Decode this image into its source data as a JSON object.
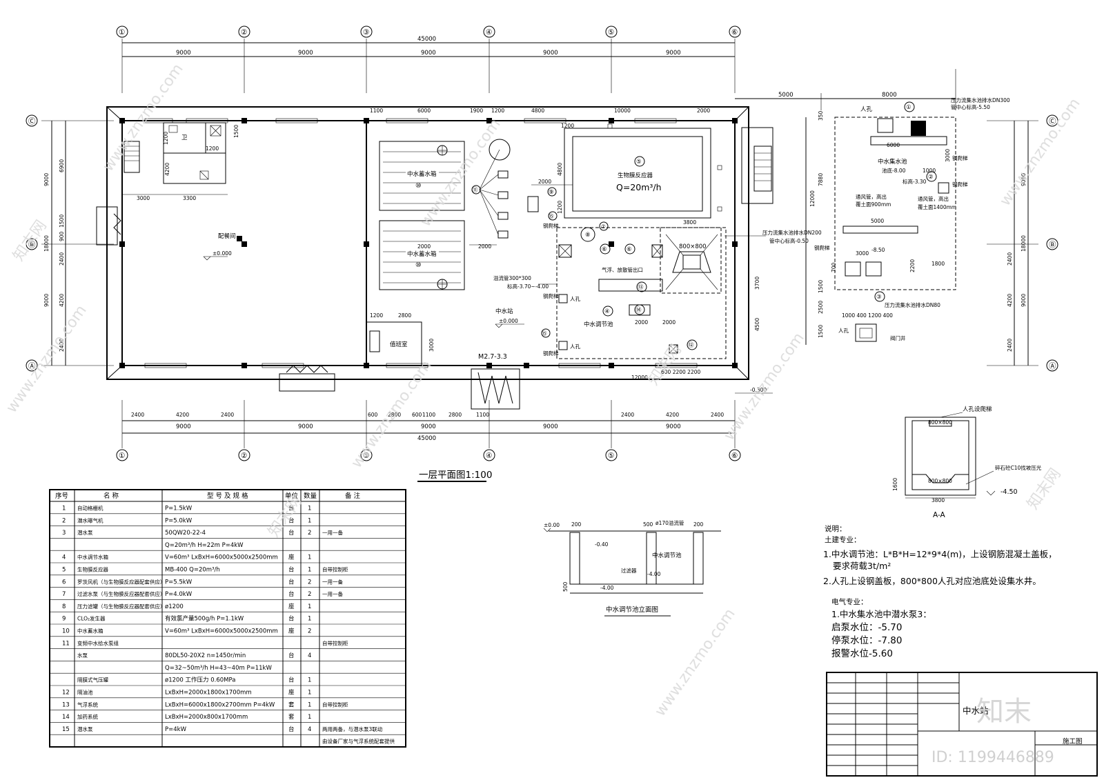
{
  "plan": {
    "grid_x": [
      "①",
      "②",
      "③",
      "④",
      "⑤",
      "⑥"
    ],
    "grid_y": [
      "Ⓒ",
      "Ⓑ",
      "Ⓐ"
    ],
    "total_width": "45000",
    "bay": "9000",
    "right_dim_5000": "5000",
    "right_dim_8000": "8000",
    "left_dims": [
      "9000",
      "6900",
      "1500",
      "1500",
      "900",
      "2400",
      "4200",
      "2400",
      "9000",
      "18000"
    ],
    "right_dims": [
      "9000",
      "18000",
      "2400",
      "4200",
      "9000",
      "2400"
    ],
    "top_inner_dims": [
      "1100",
      "6000",
      "1900",
      "1200",
      "4800",
      "10000",
      "2000"
    ],
    "bottom_inner_dims": [
      "2400",
      "4200",
      "2400",
      "600",
      "2800",
      "600",
      "1100",
      "2800",
      "1100",
      "2400",
      "4200",
      "2400"
    ],
    "room_distribution": "配餐间",
    "room_station": "中水站",
    "room_duty": "值班室",
    "room_wc": "卫",
    "level_0": "±0.000",
    "level_0b": "±0.000",
    "door_label": "M2.7-3.3",
    "level_outside": "-0.300",
    "tank1": "中水蓄水箱",
    "tank1_no": "⑩",
    "tank2": "中水蓄水箱",
    "tank2_no": "⑩",
    "mbr_title": "生物膜反应器",
    "mbr_no": "⑤",
    "mbr_flow": "Q=20m³/h",
    "pool_title": "中水调节池",
    "pool_no": "④",
    "n11": "⑪",
    "n9": "⑨",
    "n7": "⑦",
    "n6": "⑥",
    "n6b": "⑥",
    "n8": "⑧",
    "n13": "⑬",
    "n14": "⑭",
    "n12": "⑫",
    "n15a": "⑮",
    "n15b": "⑮",
    "ladder1": "钢爬梯",
    "ladder2": "钢爬梯",
    "ladder3": "钢爬梯",
    "manhole1": "人孔",
    "manhole2": "人孔",
    "pool_box": "800×800",
    "overflow": "溢流管300*300",
    "overflow_level": "标高-3.70~-4.00",
    "aeration": "气浮、放散管出口",
    "dn200": "压力流集水池排水DN200",
    "dn200_level": "管中心标高-0.50",
    "dim_2000a": "2000",
    "dim_2000b": "2000",
    "dim_3800": "3800",
    "dim_3700": "3700",
    "dim_4500": "4500",
    "dim_12000": "12000",
    "dim_600_2200": "600 2200 2200",
    "dim_2800": "2800",
    "dim_1200b": "1200",
    "dim_3000": "3000",
    "dim_3300": "3300",
    "dim_3000b": "3000",
    "title": "一层平面图1:100"
  },
  "sump": {
    "title": "中水集水池",
    "bottom": "池底-8.00",
    "pump_level": "标高-3.30",
    "manhole": "人孔",
    "vent1": "通风管，高出",
    "vent1b": "覆土面900mm",
    "vent2": "通风管，高出",
    "vent2b": "覆土面1400mm",
    "dn300": "压力流集水池排水DN300",
    "dn300_level": "管中心标高-5.50",
    "dn80": "压力流集水池排水DN80",
    "level_850": "-8.50",
    "valve_well": "阀门井",
    "ladder_a": "钢爬梯",
    "ladder_b": "钢爬梯",
    "ladder_c": "钢爬梯",
    "dims_v": [
      "350",
      "7880",
      "12000",
      "1500",
      "2500",
      "1500",
      "700"
    ],
    "dims_h": [
      "6000",
      "5000",
      "3000",
      "1800",
      "1000 400 1200 400"
    ],
    "dim_3000": "3000",
    "dim_1000": "1000",
    "dim_2200": "2200",
    "dim_1800": "1800",
    "n1": "①",
    "n2": "②",
    "n3": "③"
  },
  "section_aa": {
    "top_label": "人孔设爬梯",
    "box_top": "800×800",
    "box_bot": "800×800",
    "fill_label": "碎石砼C10找坡压光",
    "level": "-4.50",
    "h": "1600",
    "w": "3800",
    "title": "A-A"
  },
  "elevation": {
    "title": "中水调节池立面图",
    "level0": "±0.00",
    "l1": "-0.40",
    "l2": "-4.00",
    "l3": "-4.00",
    "pipe": "ø170溢流管",
    "pool": "中水调节池",
    "filter": "过滤器",
    "dims": [
      "200",
      "500",
      "200",
      "500"
    ]
  },
  "notes": {
    "heading": "说明：",
    "civil": "土建专业：",
    "c1": "1.中水调节池：L*B*H=12*9*4(m)，上设钢筋混凝土盖板，",
    "c1b": "要求荷载3t/m²",
    "c2": "2.人孔上设钢盖板，800*800人孔对应池底处设集水井。",
    "elec": "电气专业：",
    "e1": "1.中水集水池中潜水泵3：",
    "e2": "启泵水位：-5.70",
    "e3": "停泵水位：-7.80",
    "e4": "报警水位-5.60"
  },
  "table": {
    "headers": [
      "序号",
      "名    称",
      "型 号 及 规 格",
      "单位",
      "数量",
      "备    注"
    ],
    "rows": [
      [
        "1",
        "自动格栅机",
        "P=1.5kW",
        "台",
        "1",
        ""
      ],
      [
        "2",
        "潜水曝气机",
        "P=5.0kW",
        "台",
        "1",
        ""
      ],
      [
        "3",
        "潜水泵",
        "50QW20-22-4",
        "台",
        "2",
        "一用一备"
      ],
      [
        "",
        "",
        "Q=20m³/h  H=22m  P=4kW",
        "",
        "",
        ""
      ],
      [
        "4",
        "中水调节水箱",
        "V=60m³  LxBxH=6000x5000x2500mm",
        "座",
        "1",
        ""
      ],
      [
        "5",
        "生物膜反应器",
        "MB-400   Q=20m³/h",
        "台",
        "1",
        "自带控制柜"
      ],
      [
        "6",
        "罗茨风机（与生物膜反应器配套供应）",
        "P=5.5kW",
        "台",
        "2",
        "一用一备"
      ],
      [
        "7",
        "过滤水泵（与生物膜反应器配套供应）",
        "P=4.0kW",
        "台",
        "2",
        "一用一备"
      ],
      [
        "8",
        "压力滤罐（与生物膜反应器配套供应）",
        "ø1200",
        "座",
        "1",
        ""
      ],
      [
        "9",
        "CLO₂发生器",
        "有效氯产量500g/h   P=1.1kW",
        "台",
        "1",
        ""
      ],
      [
        "10",
        "中水蓄水箱",
        "V=60m³   LxBxH=6000x5000x2500mm",
        "座",
        "2",
        ""
      ],
      [
        "11",
        "变频中水给水泵组",
        "",
        "",
        "",
        "自带控制柜"
      ],
      [
        "",
        "水泵",
        "80DL50-20X2     n=1450r/min",
        "台",
        "4",
        ""
      ],
      [
        "",
        "",
        "Q=32~50m³/h  H=43~40m  P=11kW",
        "",
        "",
        ""
      ],
      [
        "",
        "隔膜式气压罐",
        "ø1200    工作压力 0.60MPa",
        "台",
        "1",
        ""
      ],
      [
        "12",
        "隔油池",
        "LxBxH=2000x1800x1700mm",
        "座",
        "1",
        ""
      ],
      [
        "13",
        "气浮系统",
        "LxBxH=6000x1800x2700mm    P=4kW",
        "套",
        "1",
        "自带控制柜"
      ],
      [
        "14",
        "加药系统",
        "LxBxH=2000x800x1700mm",
        "套",
        "1",
        ""
      ],
      [
        "15",
        "潜水泵",
        "P=4kW",
        "台",
        "4",
        "两用两备，与潜水泵3联动"
      ],
      [
        "",
        "",
        "",
        "",
        "",
        "由设备厂家与气浮系统配套提供"
      ]
    ]
  },
  "titleblock": {
    "name": "中水站",
    "sheet": "施工图"
  },
  "watermarks": {
    "site": "www.znzmo.com",
    "brand": "知末网",
    "logo": "知末",
    "id": "ID: 1199446889"
  }
}
